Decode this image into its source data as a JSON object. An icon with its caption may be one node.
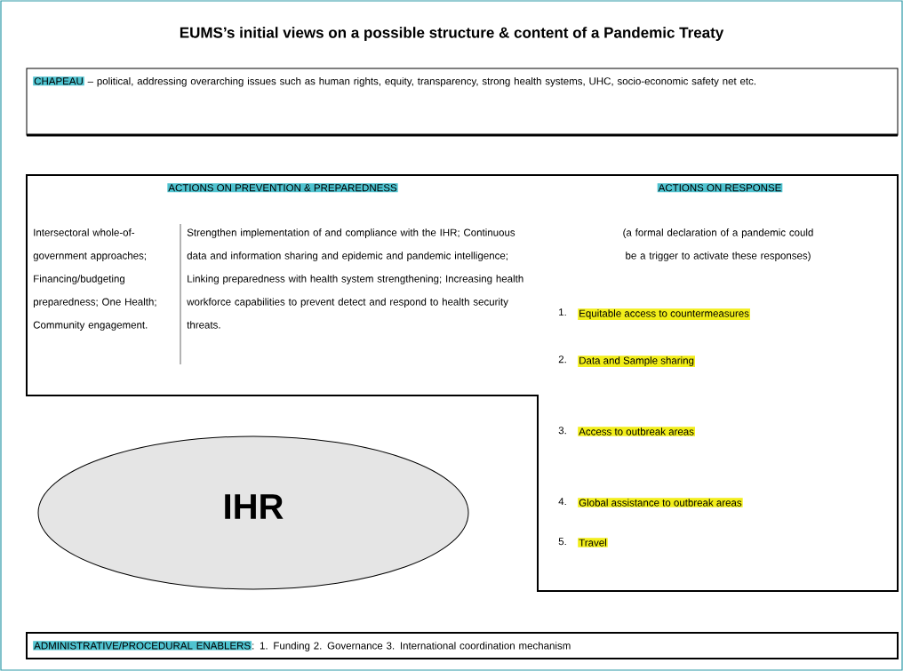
{
  "diagram": {
    "title": "EUMS’s initial views on a possible structure & content of a Pandemic Treaty",
    "nodes": [
      {
        "text": [
          "CHAPEAU",
          "– political, addressing overarching issues such as human rights, equity, transparency, strong health systems, UHC, socio-economic safety net etc."
        ]
      },
      {
        "text": [
          "ACTIONS ON PREVENTION &  PREPAREDNESS",
          "ACTIONS ON RESPONSE",
          "Intersectoral whole-of-government approaches; Financing/budgeting preparedness; One Health; Community engagement.",
          "Strengthen implementation of and compliance with the IHR; Continuous data and information sharing and epidemic and pandemic intelligence; Linking preparedness with health system strengthening; Increasing health workforce capabilities to prevent detect and respond to health security threats.",
          "(a formal declaration of a pandemic could be a trigger to activate these responses)",
          "1.",
          "Equitable access to countermeasures",
          "2.",
          "Data and Sample sharing",
          "3.",
          "Access to outbreak areas",
          "4.",
          "Global assistance to outbreak areas",
          "5.",
          "Travel"
        ]
      },
      {
        "text": [
          "IHR"
        ]
      },
      {
        "text": [
          "ADMINISTRATIVE/PROCEDURAL ENABLERS",
          ": 1. Funding   2. Governance   3. International coordination mechanism"
        ]
      }
    ],
    "edges": []
  }
}
